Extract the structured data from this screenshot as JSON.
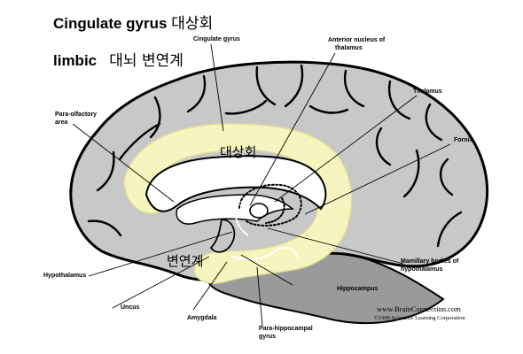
{
  "title": {
    "line1_en": "Cingulate gyrus",
    "line1_ko": "대상회",
    "line2_en": "limbic",
    "line2_ko": "대뇌 변연계"
  },
  "regions": {
    "cingulate_ko": "대상회",
    "limbic_ko": "변연계"
  },
  "labels": {
    "cingulate_gyrus": "Cingulate gyrus",
    "anterior_nucleus_1": "Anterior nucleus of",
    "anterior_nucleus_2": "thalamus",
    "thalamus": "Thalamus",
    "para_olfactory_1": "Para-olfactory",
    "para_olfactory_2": "area",
    "fornix": "Fornix",
    "hypothalamus": "Hypothalamus",
    "mamillary_1": "Mamillary bodies of",
    "mamillary_2": "hypothalamus",
    "hippocampus": "Hippocampus",
    "uncus": "Uncus",
    "amygdala": "Amygdala",
    "parahippocampal_1": "Para-hippocampal",
    "parahippocampal_2": "gyrus"
  },
  "credit": {
    "site": "www.BrainConnection.com",
    "copyright": "©1999 Scientific Learning Corporation"
  },
  "colors": {
    "cortex": "#c8c8c8",
    "cerebellum": "#9a9a9a",
    "limbic": "#f7f5bf",
    "limbic_edge": "#e3df9a"
  }
}
